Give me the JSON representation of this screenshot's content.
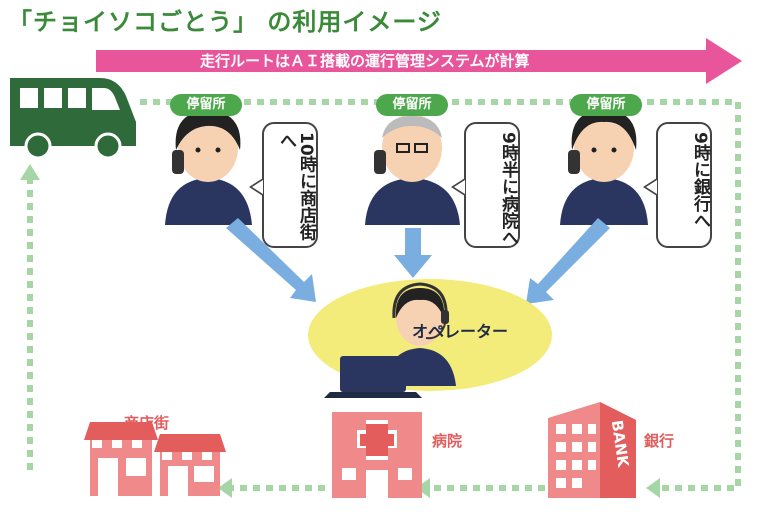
{
  "title": "「チョイソコごとう」 の利用イメージ",
  "route_arrow_label": "走行ルートはＡＩ搭載の運行管理システムが計算",
  "stops": [
    {
      "badge": "停留所",
      "request": "10時に商店街へ"
    },
    {
      "badge": "停留所",
      "request": "9時半に病院へ"
    },
    {
      "badge": "停留所",
      "request": "9時に銀行へ"
    }
  ],
  "operator_label": "オペレーター",
  "destinations": [
    {
      "label": "商店街"
    },
    {
      "label": "病院"
    },
    {
      "label": "銀行"
    }
  ],
  "bank_sign": "BANK",
  "colors": {
    "title_green": "#3a8a3a",
    "route_pink": "#e8559a",
    "dotted_green": "#9fd39f",
    "bus_green": "#2f6b3a",
    "badge_green": "#4da84d",
    "flow_blue": "#7aaee0",
    "operator_halo": "#f4ec7a",
    "place_red": "#e35d5d"
  }
}
